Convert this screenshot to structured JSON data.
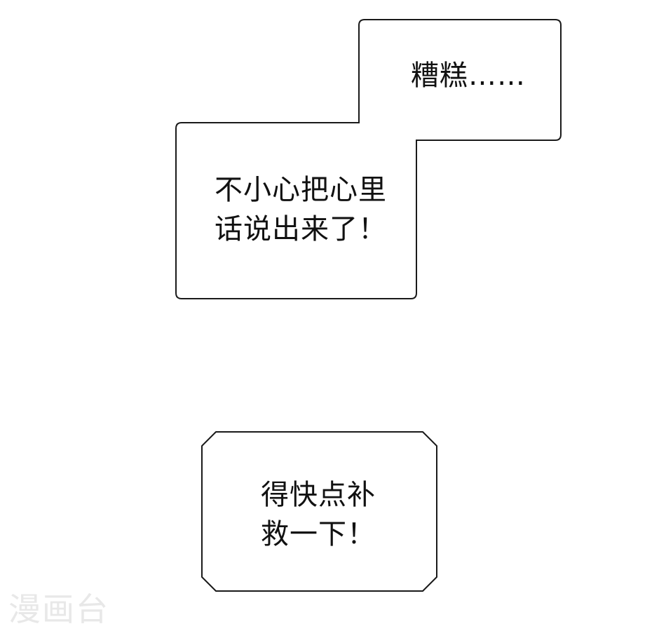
{
  "panel": {
    "caption_1": "糟糕……",
    "caption_2": "不小心把心里\n话说出来了！",
    "caption_3": "得快点补\n救一下！"
  },
  "watermark": {
    "text": "漫画台"
  },
  "colors": {
    "background": "#ffffff",
    "outline": "#1a1a1a",
    "text": "#111111",
    "watermark": "#e8e8e8"
  }
}
